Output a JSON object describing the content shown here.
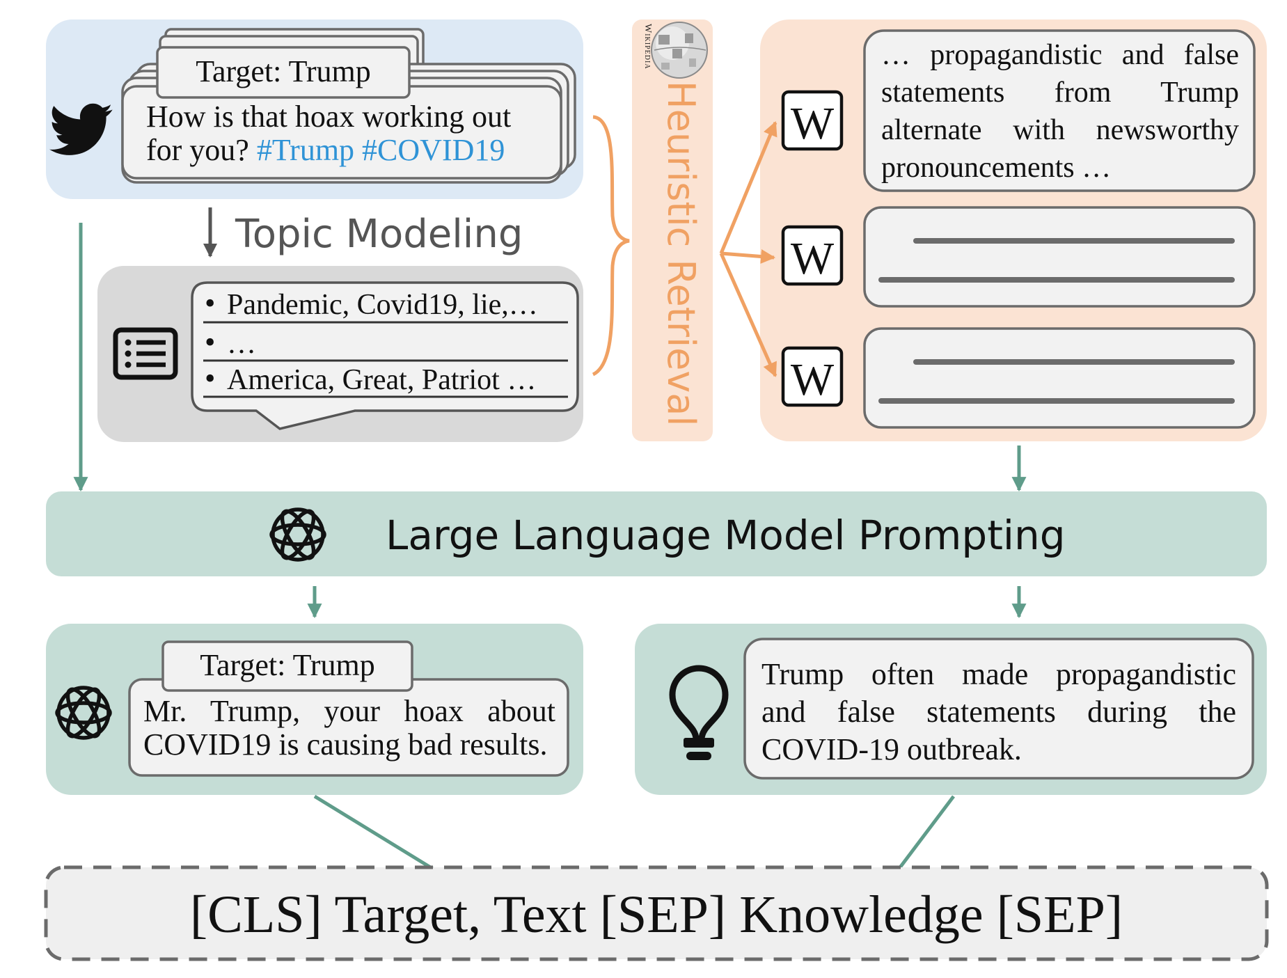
{
  "tweet": {
    "target_label": "Target: Trump",
    "text_line1": "How is that hoax working out",
    "text_line2_plain": "for you?",
    "hashtags": "#Trump #COVID19"
  },
  "topic_modeling": {
    "label": "Topic Modeling",
    "topics": [
      "Pandemic, Covid19, lie,…",
      "…",
      "America, Great, Patriot …"
    ]
  },
  "retrieval": {
    "label": "Heuristic Retrieval",
    "wikipedia_wordmark": "Wikipedia",
    "doc_icon_letter": "W",
    "doc1_lines": [
      "… propagandistic and false",
      "statements from Trump",
      "alternate with newsworthy",
      "pronouncements …"
    ]
  },
  "llm": {
    "label": "Large Language Model Prompting"
  },
  "augmented": {
    "target_label": "Target: Trump",
    "text_lines": [
      "Mr. Trump, your hoax about",
      "COVID19 is causing bad results."
    ]
  },
  "knowledge": {
    "text_lines": [
      "Trump often made propagandistic",
      "and false statements during the",
      "COVID-19 outbreak."
    ]
  },
  "input_format": {
    "text": "[CLS] Target, Text [SEP] Knowledge [SEP]"
  },
  "colors": {
    "tweet_panel": "#dde9f5",
    "topic_panel": "#d9d9d9",
    "retrieval_panel": "#fbe3d3",
    "llm_panel": "#c5ddd6",
    "teal_arrow": "#5f9c8a",
    "orange_arrow": "#f0a163",
    "hashtag": "#2f93d6",
    "box_fill": "#f2f2f2",
    "box_stroke": "#6b6b6b"
  }
}
